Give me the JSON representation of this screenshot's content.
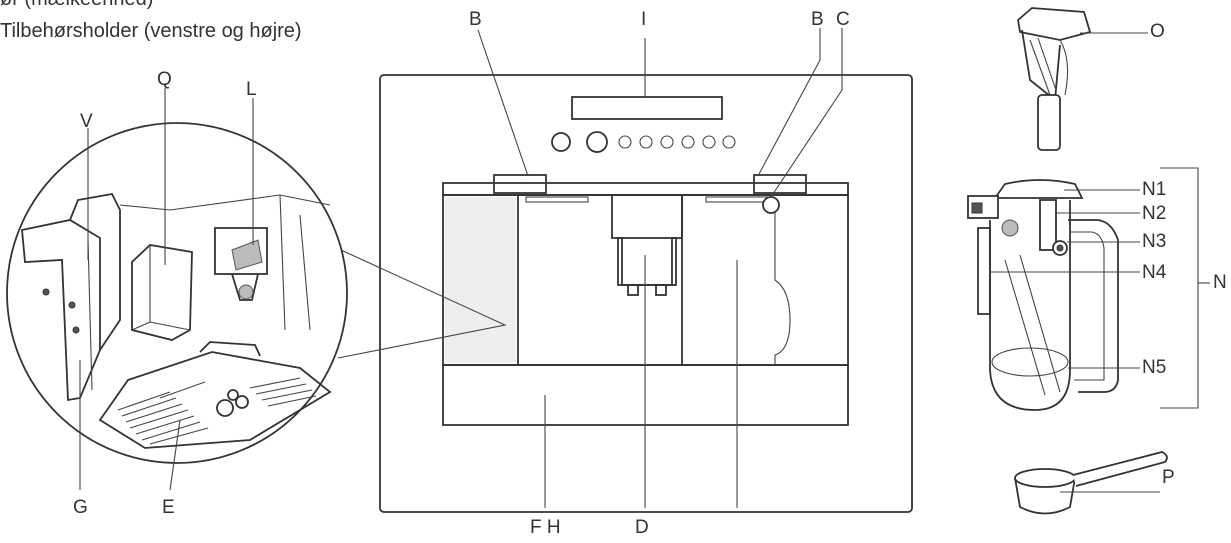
{
  "header": {
    "line1": "ør (mælkeenhed)",
    "line2": "Tilbehørsholder (venstre og højre)"
  },
  "labels": {
    "B_left": "B",
    "I": "I",
    "B_right": "B",
    "C": "C",
    "Q": "Q",
    "L": "L",
    "V": "V",
    "G": "G",
    "E": "E",
    "FH": "F H",
    "D": "D",
    "O": "O",
    "N1": "N1",
    "N2": "N2",
    "N3": "N3",
    "N4": "N4",
    "N5": "N5",
    "N": "N",
    "P": "P"
  }
}
